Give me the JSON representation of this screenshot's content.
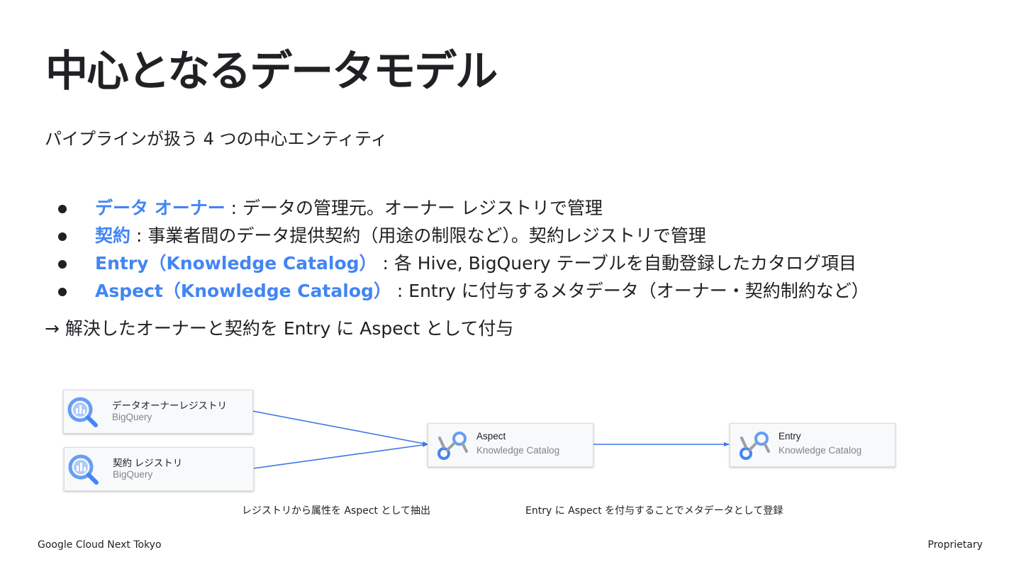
{
  "title": "中心となるデータモデル",
  "subtitle": "パイプラインが扱う 4 つの中心エンティティ",
  "bullets": [
    {
      "term": "データ オーナー",
      "desc": " : データの管理元。オーナー レジストリで管理"
    },
    {
      "term": "契約",
      "desc": " : 事業者間のデータ提供契約（用途の制限など）。契約レジストリで管理"
    },
    {
      "term": "Entry（Knowledge Catalog）",
      "desc": " : 各 Hive, BigQuery テーブルを自動登録したカタログ項目"
    },
    {
      "term": "Aspect（Knowledge Catalog）",
      "desc": " : Entry に付与するメタデータ（オーナー・契約制約など）"
    }
  ],
  "conclusion": "→ 解決したオーナーと契約を Entry に Aspect として付与",
  "diagram": {
    "nodes": [
      {
        "name": "データオーナーレジストリ",
        "service": "BigQuery",
        "icon": "bigquery-icon"
      },
      {
        "name": "契約 レジストリ",
        "service": "BigQuery",
        "icon": "bigquery-icon"
      },
      {
        "name": "Aspect",
        "service": "Knowledge Catalog",
        "icon": "knowledge-catalog-icon"
      },
      {
        "name": "Entry",
        "service": "Knowledge Catalog",
        "icon": "knowledge-catalog-icon"
      }
    ],
    "captions": [
      "レジストリから属性を Aspect として抽出",
      "Entry に Aspect を付与することでメタデータとして登録"
    ]
  },
  "footer": {
    "left": "Google Cloud Next Tokyo",
    "right": "Proprietary"
  },
  "colors": {
    "accent": "#4285f4",
    "arrow": "#3b78e7",
    "icon_blue": "#669df6",
    "icon_gray": "#aecbfa"
  }
}
